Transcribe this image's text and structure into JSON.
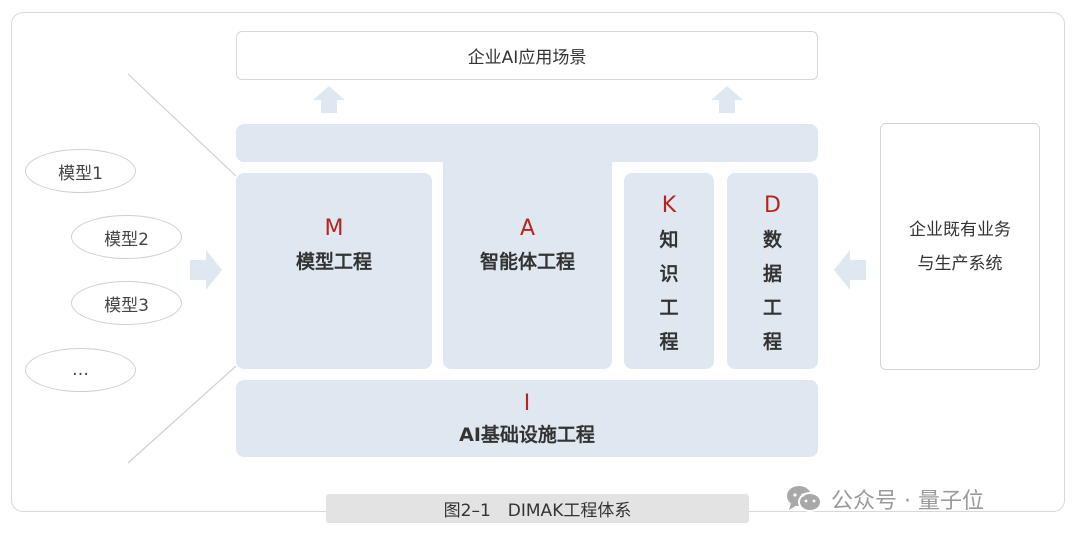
{
  "top": {
    "label": "企业AI应用场景"
  },
  "columns": {
    "m": {
      "letter": "M",
      "label": "模型工程"
    },
    "a": {
      "letter": "A",
      "label": "智能体工程"
    },
    "k": {
      "letter": "K",
      "chars": [
        "知",
        "识",
        "工",
        "程"
      ]
    },
    "d": {
      "letter": "D",
      "chars": [
        "数",
        "据",
        "工",
        "程"
      ]
    }
  },
  "bottom": {
    "letter": "I",
    "label": "AI基础设施工程"
  },
  "side": {
    "lines": [
      "企业既有业务",
      "与生产系统"
    ]
  },
  "models": [
    "模型1",
    "模型2",
    "模型3",
    "…"
  ],
  "caption": "图2–1　DIMAK工程体系",
  "watermark": {
    "text": "公众号 · 量子位",
    "icon": "wechat-icon"
  },
  "colors": {
    "block": "#dfe8f1",
    "accent": "#b5251e",
    "arrow": "#dfe8f1"
  }
}
